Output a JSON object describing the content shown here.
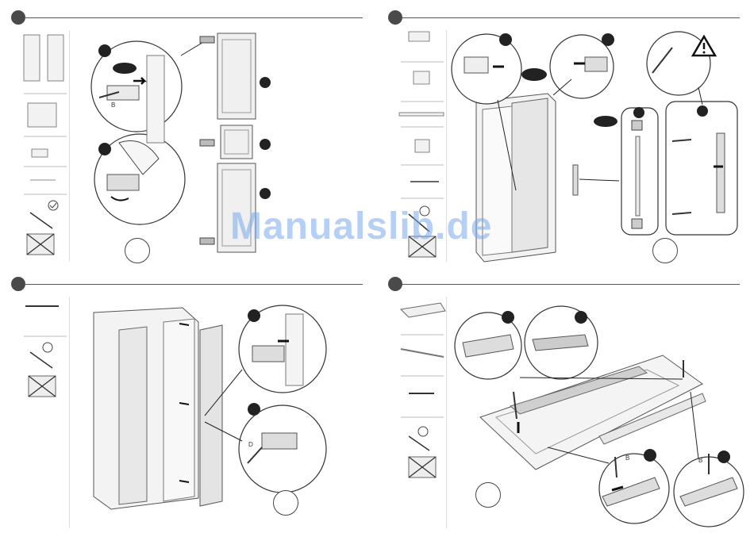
{
  "watermark": {
    "text": "Manualslib.de"
  },
  "panel1": {
    "label_b": "B"
  },
  "panel4": {
    "label_b1": "B",
    "label_b2": "B"
  },
  "panel3": {
    "label_d": "D"
  },
  "colors": {
    "dot": "#4a4a4a",
    "watermark": "#78aaeb",
    "line": "#555555"
  },
  "icons": [
    "check-icon",
    "screwdriver-icon",
    "no-drill-icon",
    "warning-icon",
    "screw-icon",
    "arrow-icon"
  ]
}
